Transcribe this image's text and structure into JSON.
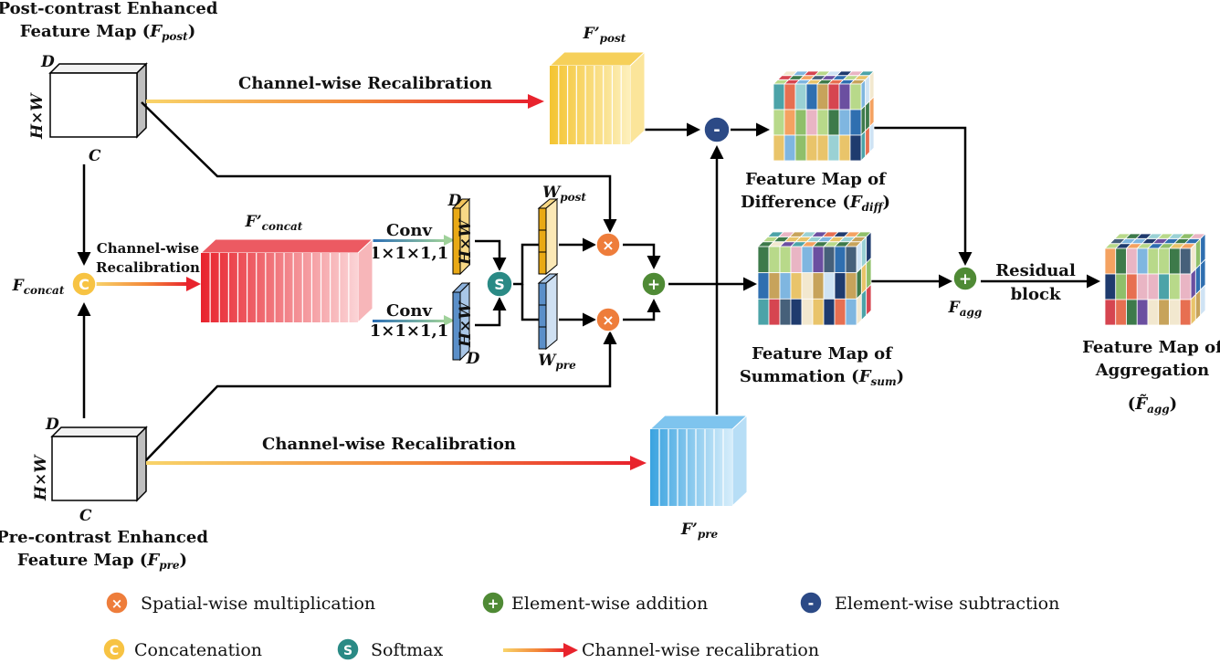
{
  "inputs": {
    "post": {
      "title_line1": "Post-contrast Enhanced",
      "title_line2": "Feature Map (",
      "symbol": "F",
      "subscript": "post",
      "close": ")"
    },
    "pre": {
      "title_line1": "Pre-contrast Enhanced",
      "title_line2": "Feature Map (",
      "symbol": "F",
      "subscript": "pre",
      "close": ")"
    },
    "dim_D": "D",
    "dim_HW": "H×W",
    "dim_C": "C"
  },
  "edges": {
    "top_recalibration": "Channel-wise Recalibration",
    "bottom_recalibration": "Channel-wise Recalibration",
    "mid_recalibration_line1": "Channel-wise",
    "mid_recalibration_line2": "Recalibration",
    "conv_label": "Conv",
    "conv_kernel": "1×1×1,1",
    "residual_line1": "Residual",
    "residual_line2": "block"
  },
  "nodes": {
    "f_concat": {
      "symbol": "F",
      "subscript": "concat"
    },
    "f_concat_prime": {
      "symbol": "F’",
      "subscript": "concat"
    },
    "f_post_prime": {
      "symbol": "F’",
      "subscript": "post"
    },
    "f_pre_prime": {
      "symbol": "F’",
      "subscript": "pre"
    },
    "w_post": {
      "symbol": "W",
      "subscript": "post"
    },
    "w_pre": {
      "symbol": "W",
      "subscript": "pre"
    },
    "f_agg": {
      "symbol": "F",
      "subscript": "agg"
    },
    "diff": {
      "line1": "Feature Map of",
      "line2": "Difference (",
      "symbol": "F",
      "subscript": "diff",
      "close": ")"
    },
    "sum": {
      "line1": "Feature Map of",
      "line2": "Summation (",
      "symbol": "F",
      "subscript": "sum",
      "close": ")"
    },
    "agg": {
      "line1": "Feature Map of",
      "line2": "Aggregation",
      "open": "(",
      "symbol": "F̃",
      "subscript": "agg",
      "close": ")"
    }
  },
  "operators": {
    "concat": "C",
    "softmax": "S",
    "multiply": "×",
    "add": "+",
    "subtract": "-"
  },
  "legend": {
    "multiply": "Spatial-wise multiplication",
    "add": "Element-wise addition",
    "subtract": "Element-wise subtraction",
    "concat": "Concatenation",
    "softmax": "Softmax",
    "recalibration": "Channel-wise recalibration"
  },
  "colors": {
    "multiply": "#ee7d3b",
    "add": "#4f8a35",
    "subtract": "#2c4a86",
    "concat": "#f7c343",
    "softmax": "#2a8a85",
    "concat_block": "#e8232d",
    "post_block": "#f4c430",
    "pre_block": "#3aa3e0",
    "w_post": "#e9a915",
    "w_pre": "#5b8fc9"
  }
}
